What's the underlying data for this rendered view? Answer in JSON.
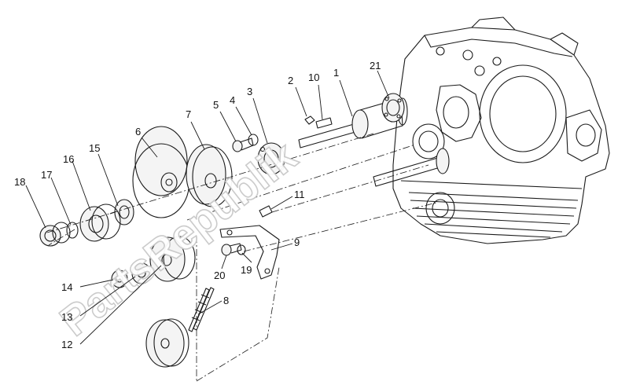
{
  "watermark": "PartsRepublik",
  "callouts": [
    {
      "id": "1",
      "label": "1"
    },
    {
      "id": "2",
      "label": "2"
    },
    {
      "id": "3",
      "label": "3"
    },
    {
      "id": "4",
      "label": "4"
    },
    {
      "id": "5",
      "label": "5"
    },
    {
      "id": "6",
      "label": "6"
    },
    {
      "id": "7",
      "label": "7"
    },
    {
      "id": "8",
      "label": "8"
    },
    {
      "id": "9",
      "label": "9"
    },
    {
      "id": "10",
      "label": "10"
    },
    {
      "id": "11",
      "label": "11"
    },
    {
      "id": "12",
      "label": "12"
    },
    {
      "id": "13",
      "label": "13"
    },
    {
      "id": "14",
      "label": "14"
    },
    {
      "id": "15",
      "label": "15"
    },
    {
      "id": "16",
      "label": "16"
    },
    {
      "id": "17",
      "label": "17"
    },
    {
      "id": "18",
      "label": "18"
    },
    {
      "id": "19",
      "label": "19"
    },
    {
      "id": "20",
      "label": "20"
    },
    {
      "id": "21",
      "label": "21"
    }
  ]
}
